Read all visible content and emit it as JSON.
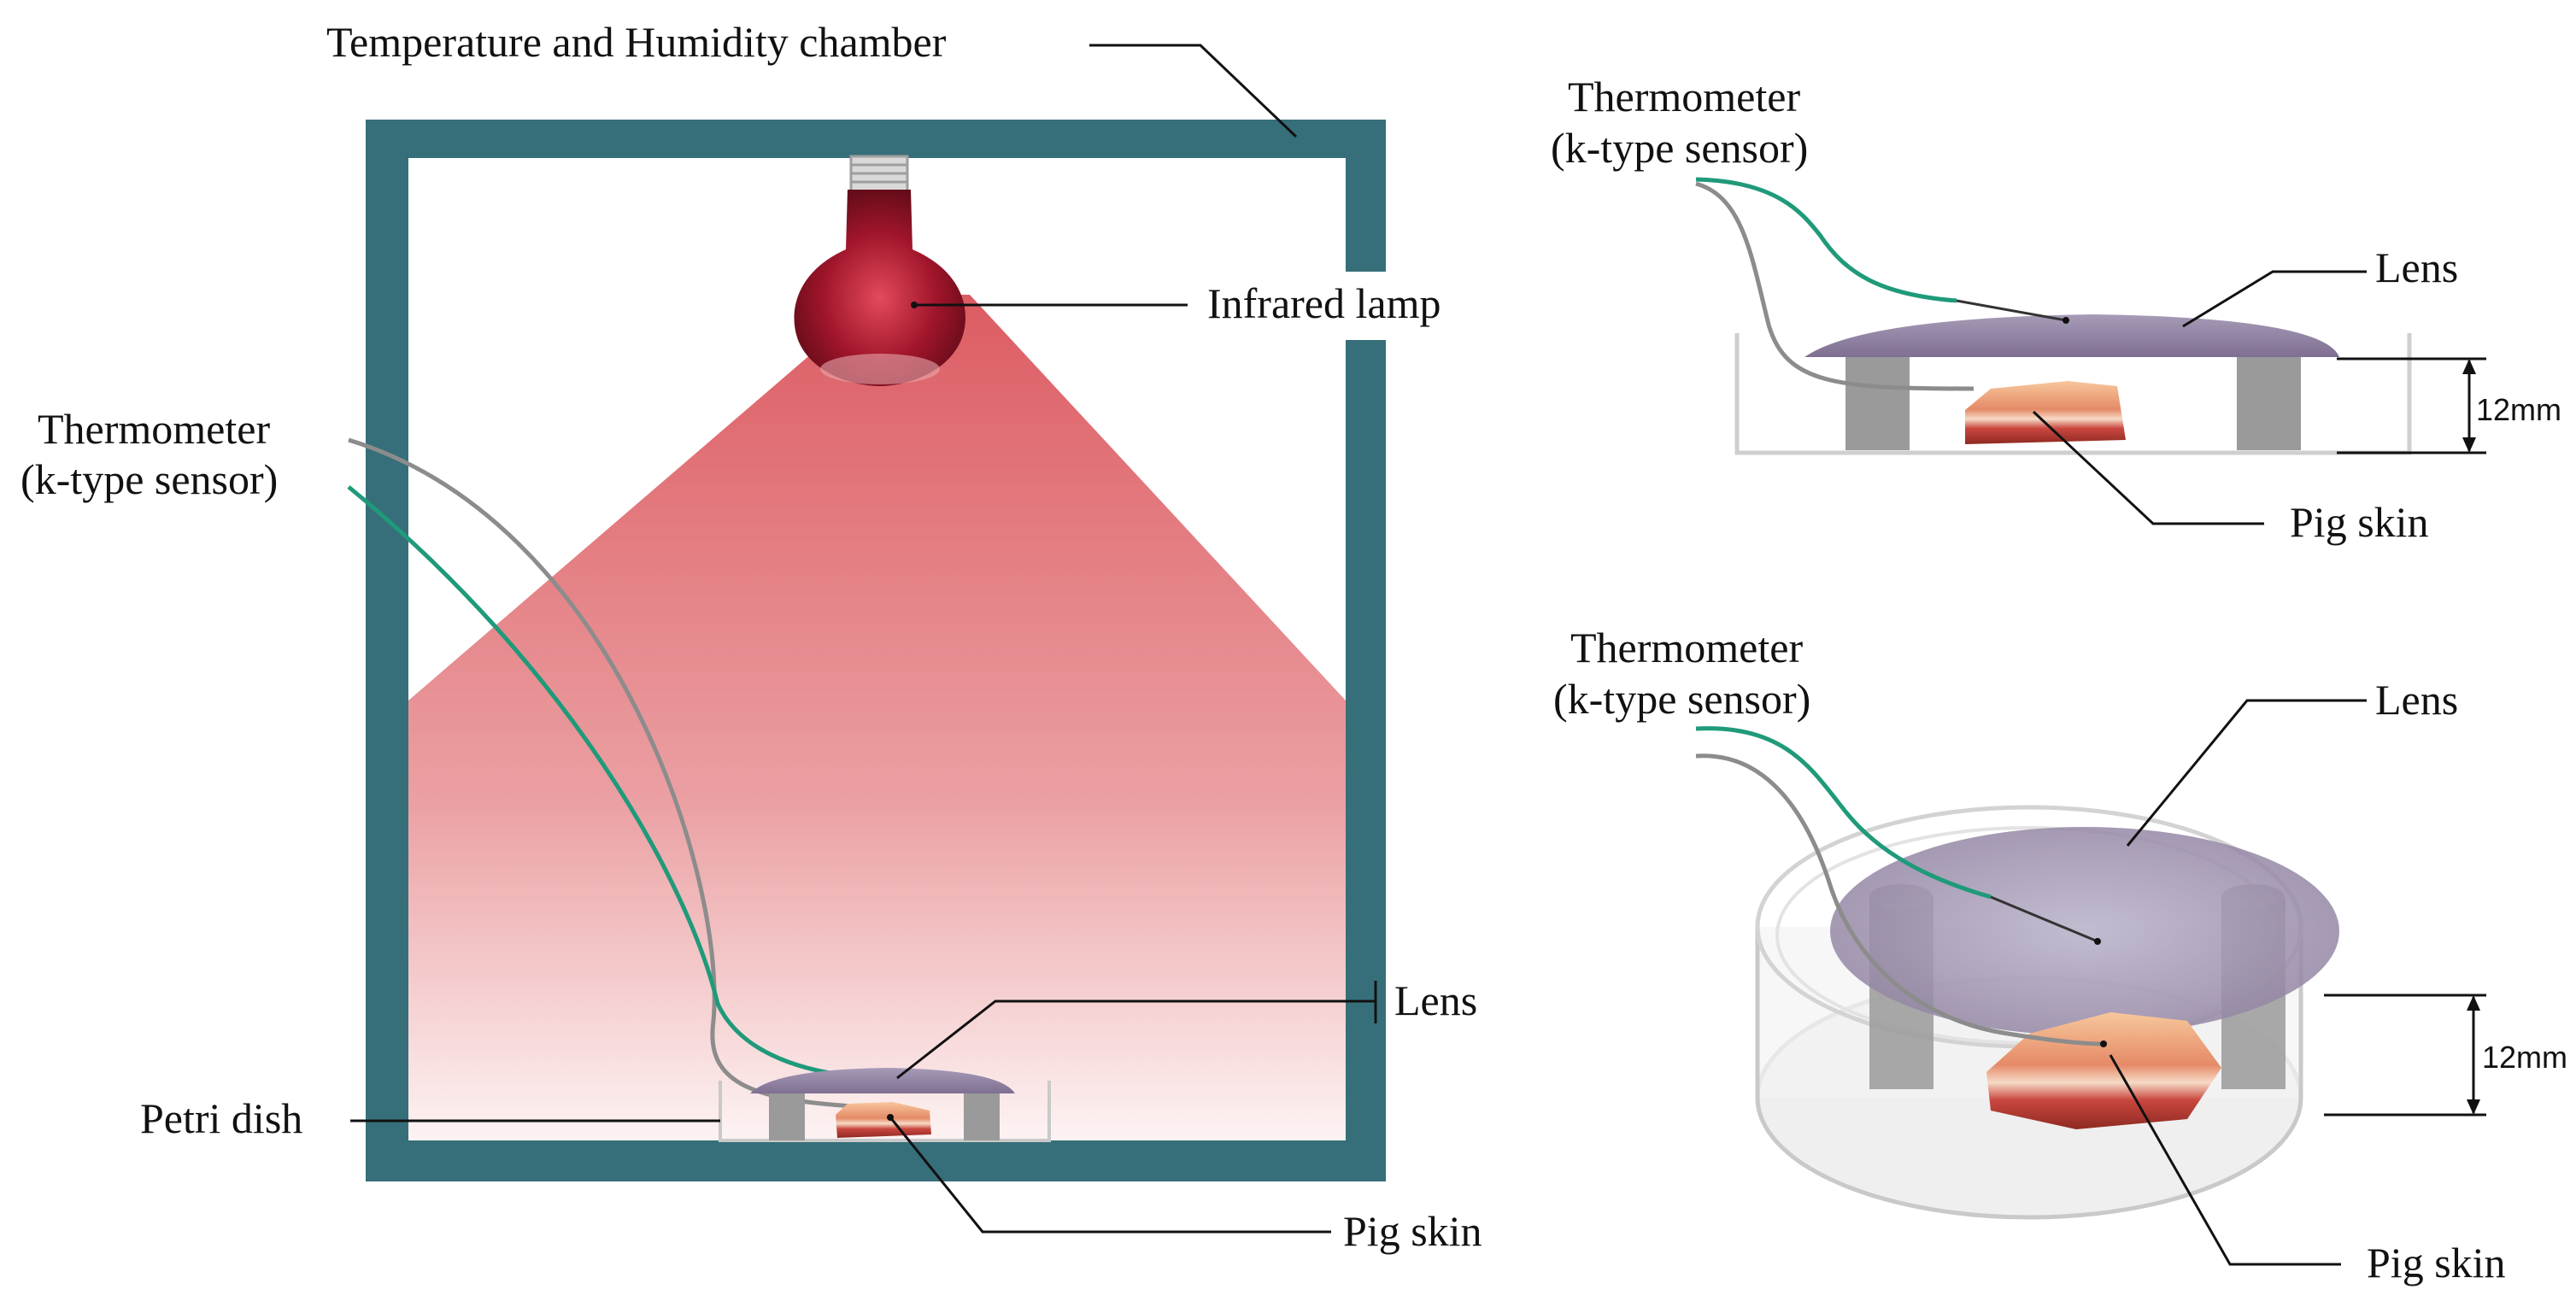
{
  "labels": {
    "chamber": "Temperature and Humidity chamber",
    "infrared_lamp": "Infrared lamp",
    "thermometer_main_line1": "Thermometer",
    "thermometer_main_line2": "(k-type sensor)",
    "lens_main": "Lens",
    "petri_dish": "Petri dish",
    "pig_skin_main": "Pig skin",
    "thermometer_side_line1": "Thermometer",
    "thermometer_side_line2": "(k-type sensor)",
    "lens_side": "Lens",
    "pig_skin_side": "Pig skin",
    "dim_side": "12mm",
    "thermometer_iso_line1": "Thermometer",
    "thermometer_iso_line2": "(k-type sensor)",
    "lens_iso": "Lens",
    "pig_skin_iso": "Pig skin",
    "dim_iso": "12mm"
  },
  "colors": {
    "chamber_wall": "#366f79",
    "infrared_light": "#e0646a",
    "lamp_bulb": "#7a0f1e",
    "lens": "#8e7f9e",
    "sensor_green": "#1f9a7a",
    "sensor_gray": "#8c8c8c",
    "pig_skin": "#e9a27a",
    "support_post": "#9a9a9a"
  }
}
